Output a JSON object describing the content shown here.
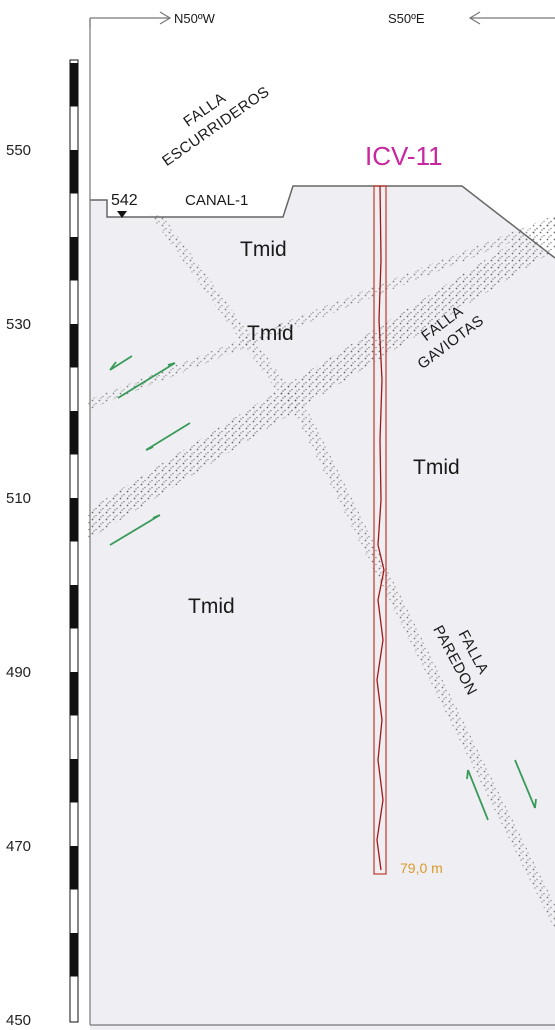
{
  "directions": {
    "left": "N50ºW",
    "right": "S50ºE"
  },
  "well": {
    "name": "ICV-11",
    "depth": "79,0 m",
    "color": "#c9279f",
    "trace_color": "#c0392b",
    "depth_color": "#d99a2b"
  },
  "reference": {
    "elevation": "542",
    "name": "CANAL-1"
  },
  "scale": {
    "ticks": [
      {
        "value": 550,
        "label": "550"
      },
      {
        "value": 530,
        "label": "530"
      },
      {
        "value": 510,
        "label": "510"
      },
      {
        "value": 490,
        "label": "490"
      },
      {
        "value": 470,
        "label": "470"
      },
      {
        "value": 450,
        "label": "450"
      }
    ]
  },
  "units": [
    {
      "name": "Tmid"
    },
    {
      "name": "Tmid"
    },
    {
      "name": "Tmid"
    },
    {
      "name": "Tmid"
    }
  ],
  "faults": [
    {
      "line1": "FALLA",
      "line2": "ESCURRIDEROS"
    },
    {
      "line1": "FALLA",
      "line2": "GAVIOTAS"
    },
    {
      "line1": "FALLA",
      "line2": "PAREDON"
    }
  ],
  "colors": {
    "fill": "#efeff3",
    "fault_stipple": "#555555",
    "arrows": "#3a9a5a",
    "outline": "#666666"
  }
}
